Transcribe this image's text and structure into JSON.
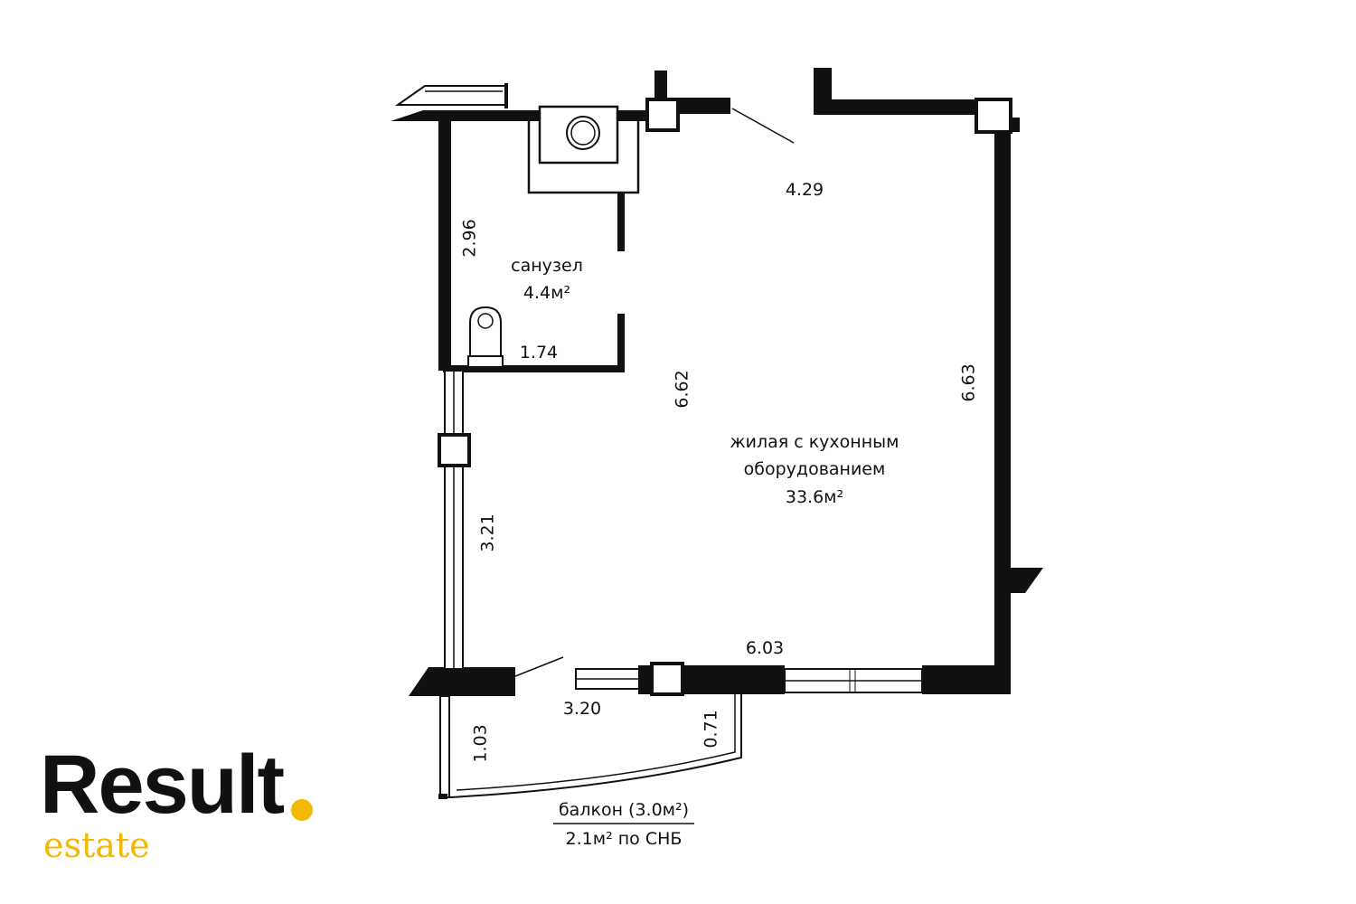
{
  "rooms": {
    "bathroom": {
      "name": "санузел",
      "area": "4.4м²"
    },
    "living": {
      "name_line1": "жилая с кухонным",
      "name_line2": "оборудованием",
      "area": "33.6м²"
    },
    "balcony": {
      "name": "балкон (3.0м²)",
      "area_snb": "2.1м² по СНБ"
    }
  },
  "dimensions": {
    "top_wall": "4.29",
    "bathroom_left": "2.96",
    "bathroom_bottom": "1.74",
    "interior_height": "6.62",
    "right_wall": "6.63",
    "left_window": "3.21",
    "bottom_wall": "6.03",
    "balcony_width": "3.20",
    "balcony_left": "1.03",
    "balcony_right": "0.71"
  },
  "logo": {
    "word": "Result",
    "subword": "estate",
    "accent_color": "#f5b800",
    "text_color": "#111111"
  },
  "colors": {
    "wall": "#111111",
    "background": "#ffffff"
  }
}
